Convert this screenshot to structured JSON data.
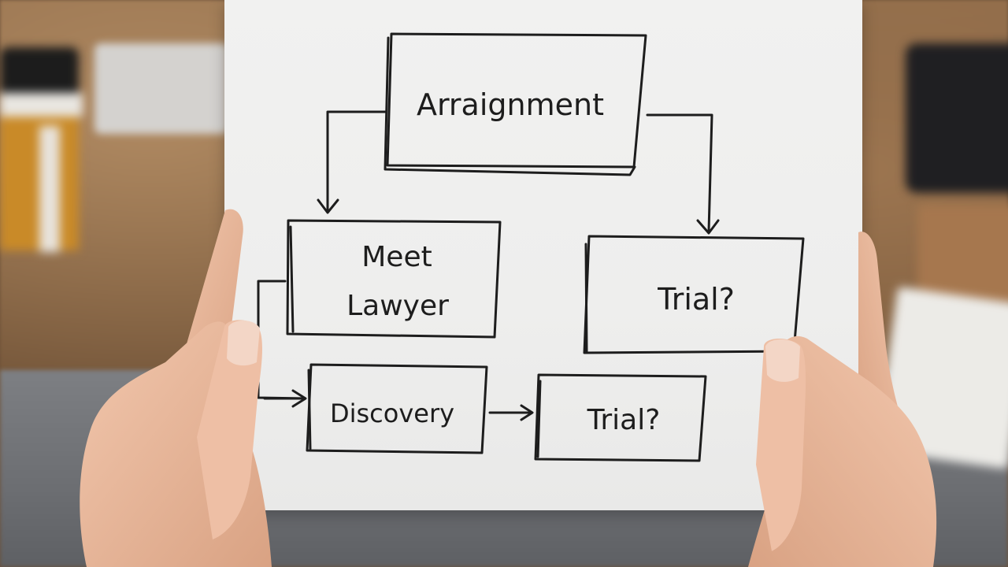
{
  "diagram": {
    "nodes": {
      "arraignment": "Arraignment",
      "meet_lawyer_line1": "Meet",
      "meet_lawyer_line2": "Lawyer",
      "trial_right": "Trial?",
      "discovery": "Discovery",
      "trial_bottom": "Trial?"
    }
  },
  "colors": {
    "paper": "#efefee",
    "ink": "#1d1d1d",
    "desk": "#7a5a3c",
    "skin": "#e9b99e"
  }
}
